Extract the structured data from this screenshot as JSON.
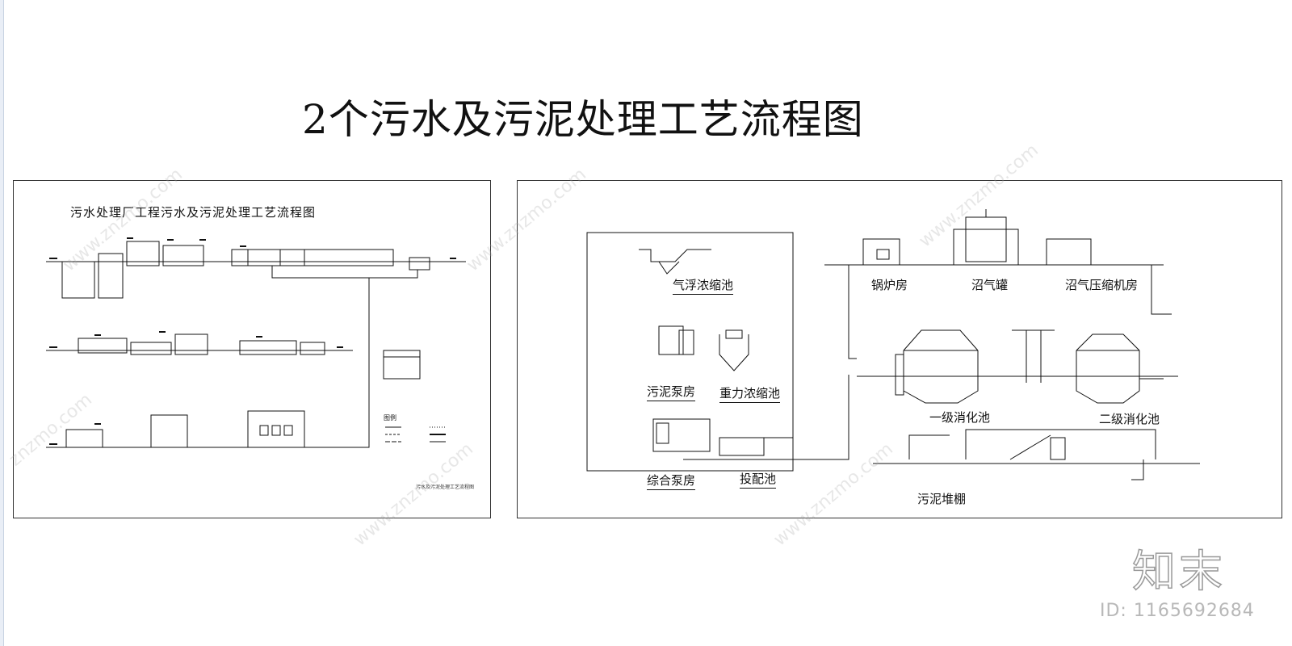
{
  "page_title": "2个污水及污泥处理工艺流程图",
  "left_panel": {
    "title": "污水处理厂工程污水及污泥处理工艺流程图",
    "legend_title": "图例",
    "footnote": "污水及污泥处理工艺流程图"
  },
  "right_panel": {
    "labels": [
      {
        "text": "气浮浓缩池"
      },
      {
        "text": "污泥泵房"
      },
      {
        "text": "重力浓缩池"
      },
      {
        "text": "综合泵房"
      },
      {
        "text": "投配池"
      },
      {
        "text": "锅炉房"
      },
      {
        "text": "沼气罐"
      },
      {
        "text": "沼气压缩机房"
      },
      {
        "text": "一级消化池"
      },
      {
        "text": "二级消化池"
      },
      {
        "text": "污泥堆棚"
      }
    ]
  },
  "brand": {
    "logo": "知末",
    "id": "ID: 1165692684"
  }
}
